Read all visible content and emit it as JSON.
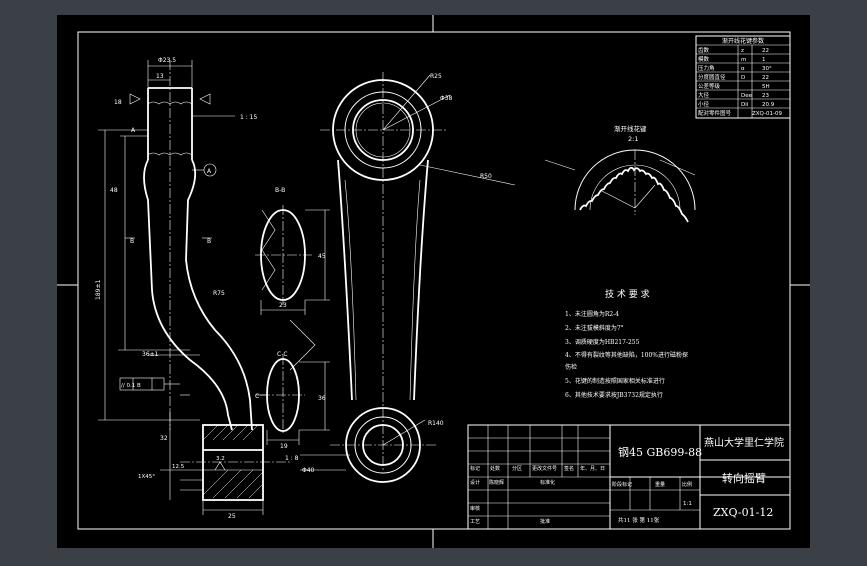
{
  "title_block": {
    "material": "钢45 GB699-88",
    "school": "燕山大学里仁学院",
    "part_name": "转向摇臂",
    "drawing_no": "ZXQ-01-12",
    "scale": "1:1",
    "sheet_info": "共11 张  第 11张",
    "labels": {
      "mark": "标记",
      "count": "处数",
      "zone": "分区",
      "change_doc": "更改文件号",
      "sign": "签名",
      "date": "年、月、日",
      "designer": "设计",
      "designer_name": "陈晓辉",
      "standardize": "标准化",
      "stage_mark": "阶段标记",
      "weight": "重量",
      "scale_label": "比例",
      "review": "审核",
      "process": "工艺",
      "approve": "批准"
    }
  },
  "spline_table": {
    "title": "渐开线花键参数",
    "rows": [
      [
        "齿数",
        "z",
        "22"
      ],
      [
        "模数",
        "m",
        "1"
      ],
      [
        "压力角",
        "α",
        "30°"
      ],
      [
        "分度圆直径",
        "D",
        "22"
      ],
      [
        "公差等级",
        "",
        "5H"
      ],
      [
        "大径",
        "Dee",
        "23"
      ],
      [
        "小径",
        "Dii",
        "20.9"
      ],
      [
        "配对零件图号",
        "",
        "ZXQ-01-09"
      ]
    ]
  },
  "spline_detail": {
    "title": "渐开线花键",
    "scale": "2:1"
  },
  "tech_req": {
    "title": "技 术 要 求",
    "items": [
      "1、未注圆角为R2-4",
      "2、未注拔模斜度为7°",
      "3、调质硬度为HB217-255",
      "4、不得有裂纹等其他缺陷，100%进行磁粉探",
      "   伤检",
      "5、花键的制造按照国家相关标准进行",
      "6、其他技术要求按JB3732规定执行"
    ]
  },
  "dims": {
    "top_width": "Φ23.5",
    "d13": "13",
    "taper": "1 : 15",
    "d18": "18",
    "d48": "48",
    "len_total": "189±1",
    "len_a": "36±1",
    "r75": "R75",
    "r140": "R140",
    "r50": "R50",
    "r25": "R25",
    "phi38": "Φ38",
    "phi40": "Φ40",
    "section_bb": "B-B",
    "section_cc": "C-C",
    "b_h": "45",
    "b_w": "23",
    "c_h": "36",
    "c_w": "19",
    "chamfer": "1X45°",
    "d25": "25",
    "d32": "32",
    "d12": "12.5",
    "d3": "3.2",
    "ratio18": "1 : 8",
    "d40": "Φ40",
    "tol_frame": "// 0.1 B",
    "label_b": "B",
    "label_c": "C",
    "label_a": "A",
    "roughness": "3.2"
  }
}
